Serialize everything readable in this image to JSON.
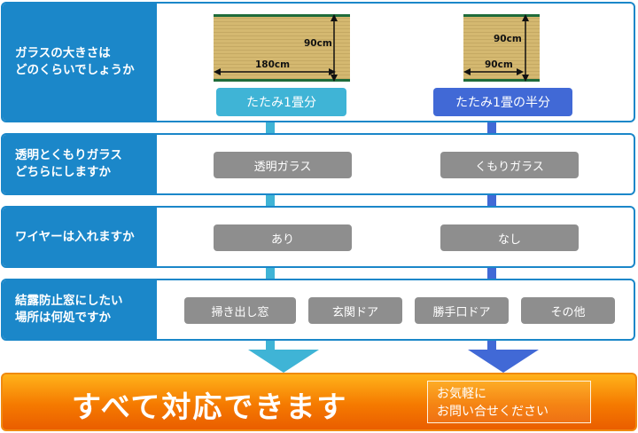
{
  "questions": [
    {
      "label": "ガラスの大きさは\nどのくらいでしょうか"
    },
    {
      "label": "透明とくもりガラス\nどちらにしますか"
    },
    {
      "label": "ワイヤーは入れますか"
    },
    {
      "label": "結露防止窓にしたい\n場所は何処ですか"
    }
  ],
  "sizes": [
    {
      "label": "たたみ1畳分",
      "width_text": "180cm",
      "height_text": "90cm",
      "color": "#3fb4d6"
    },
    {
      "label": "たたみ1畳の半分",
      "width_text": "90cm",
      "height_text": "90cm",
      "color": "#4169d6"
    }
  ],
  "glass_types": [
    "透明ガラス",
    "くもりガラス"
  ],
  "wire_options": [
    "あり",
    "なし"
  ],
  "locations": [
    "掃き出し窓",
    "玄関ドア",
    "勝手口ドア",
    "その他"
  ],
  "banner": {
    "title": "すべて対応できます",
    "contact_label": "お気軽に\nお問い合せください"
  },
  "colors": {
    "label_bg": "#1b87c9",
    "option_gray": "#8e8e8e",
    "flow_cyan": "#3fb4d6",
    "flow_blue": "#4169d6",
    "banner_orange": "#f57a00"
  }
}
